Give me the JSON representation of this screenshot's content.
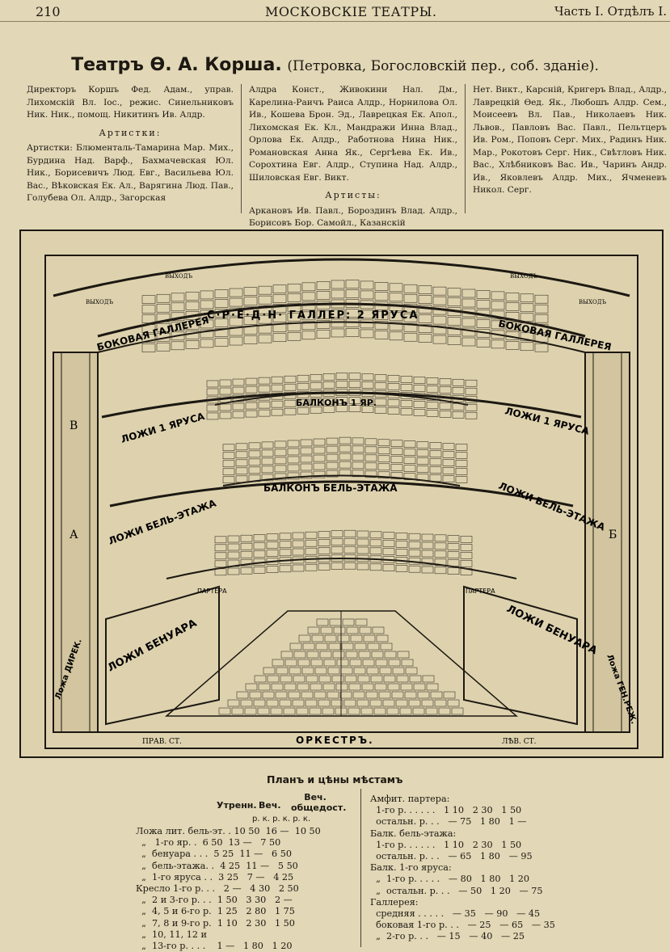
{
  "header": {
    "page_number": "210",
    "running_title": "МОСКОВСКІЕ ТЕАТРЫ.",
    "part": "Часть I. Отдѣлъ I."
  },
  "theatre": {
    "name": "Театръ Ѳ. А. Корша.",
    "address": "(Петровка, Богословскій пер., соб. зданіе)."
  },
  "staff": {
    "col1_intro": "Директоръ Коршъ Фед. Адам., управ. Лихомскій Вл. Іос., режис. Синельниковъ Ник. Ник., помощ. Никитинъ Ив. Алдр.",
    "actresses_heading": "Артистки:",
    "col1_actresses": "Артистки: Блюменталь-Тамарина Мар. Мих., Бурдина Над. Варф., Бахмачевская Юл. Ник., Борисевичъ Люд. Евг., Васильева Юл. Вас., Вѣковская Ек. Ал., Варягина Люд. Пав., Голубева Ол. Алдр., Загорская",
    "col2_actresses": "Алдра Конст., Живокини Нал. Дм., Карелина-Раичъ Раиса Алдр., Норнилова Ол. Ив., Кошева Брон. Эд., Лаврецкая Ек. Апол., Лихомская Ек. Кл., Мандражи Инна Влад., Орлова Ек. Алдр., Работнова Нина Ник., Романовская Анна Як., Сергѣева Ек. Ив., Сорохтина Евг. Алдр., Ступина Над. Алдр., Шиловская Евг. Викт.",
    "actors_heading": "Артисты:",
    "col2_actors": "Аркановъ Ив. Павл., Бороздинъ Влад. Алдр., Борисовъ Бор. Самойл., Казанскій",
    "col3_actors": "Нет. Викт., Карсній, Кригеръ Влад., Алдр., Лаврецкій Ѳед. Як., Любошъ Алдр. Сем., Моисеевъ Вл. Пав., Николаевъ Ник. Львов., Павловъ Вас. Павл., Пельтцеръ Ив. Ром., Поповъ Серг. Мих., Радинъ Ник. Мар., Рокотовъ Серг. Ник., Свѣтловъ Ник. Вас., Хлѣбниковъ Вас. Ив., Чаринъ Андр. Ив., Яковлевъ Алдр. Мих., Ячменевъ Никол. Серг."
  },
  "plan": {
    "labels": {
      "exit": "ВЫХОДЪ",
      "center_gallery": "С·Р·Е·Д·Н·  ГАЛЛЕР: 2 ЯРУСА",
      "side_gallery_left": "БОКОВАЯ ГАЛЛЕРЕЯ",
      "side_gallery_right": "БОКОВАЯ ГАЛЛЕРЕЯ",
      "balcony_1": "БАЛКОНЪ 1 ЯР.",
      "boxes_1_left": "ЛОЖИ 1 ЯРУСА",
      "boxes_1_right": "ЛОЖИ 1 ЯРУСА",
      "balcony_bel": "БАЛКОНЪ БЕЛЬ-ЭТАЖА",
      "boxes_bel_left": "ЛОЖИ БЕЛЬ-ЭТАЖА",
      "boxes_bel_right": "ЛОЖИ БЕЛЬ-ЭТАЖА",
      "parterre": "ПАРТЕРА",
      "boxes_ben_left": "ЛОЖИ БЕНУАРА",
      "boxes_ben_right": "ЛОЖИ БЕНУАРА",
      "director_box": "Ложа ДИРЕК.",
      "other_box": "Ложа ГЕН.РЕЖ.",
      "orchestra": "ОРКЕСТРЪ.",
      "right_side": "ПРАВ. СТ.",
      "left_side": "ЛѢВ. СТ.",
      "letter_v": "В",
      "letter_a": "А",
      "letter_b": "Б"
    }
  },
  "prices": {
    "title": "Планъ и цѣны мѣстамъ",
    "head_matinee": "Утренн.",
    "head_evening": "Веч.",
    "head_subscription": "Веч. общедост.",
    "units": "р. к.  р. к.  р. к.",
    "left_rows": [
      "Ложа лит. бель-эт. . 10 50  16 —  10 50",
      "  „   1-го яр. .  6 50  13 —   7 50",
      "  „  бенуара . . .  5 25  11 —   6 50",
      "  „  бель-этажа. .  4 25  11 —   5 50",
      "  „  1-го яруса . .  3 25   7 —   4 25",
      "Кресло 1-го р. . .   2 —   4 30   2 50",
      "  „  2 и 3-го р. . .  1 50   3 30   2 —",
      "  „  4, 5 и 6-го р.  1 25   2 80   1 75",
      "  „  7, 8 и 9-го р.  1 10   2 30   1 50",
      "  „  10, 11, 12 и",
      "  „  13-го р. . . .    1 —   1 80   1 20"
    ],
    "right_rows": [
      "Амфит. партера:",
      "  1-го р. . . . . .   1 10   2 30   1 50",
      "  остальн. р. . .   — 75   1 80   1 —",
      "Балк. бель-этажа:",
      "  1-го р. . . . . .   1 10   2 30   1 50",
      "  остальн. р. . .   — 65   1 80   — 95",
      "Балк. 1-го яруса:",
      "  „  1-го р. . . . .   — 80   1 80   1 20",
      "  „  остальн. р. . .   — 50   1 20   — 75",
      "Галлерея:",
      "  средняя . . . . .   — 35   — 90   — 45",
      "  боковая 1-го р. . .   — 25   — 65   — 35",
      "  „  2-го р. . .   — 15   — 40   — 25"
    ]
  }
}
